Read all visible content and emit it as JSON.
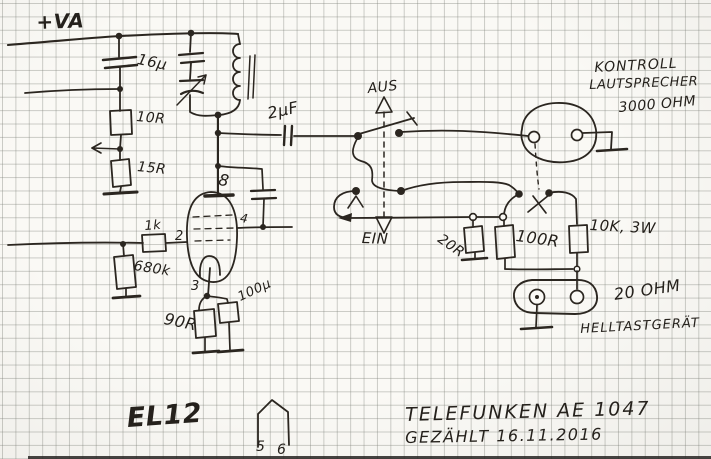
{
  "colors": {
    "ink": "#2b2620",
    "paper": "#faf9f5",
    "grid": "#7d8078"
  },
  "power": {
    "rail": "+VA"
  },
  "psu_left": {
    "filter_cap": "16µ",
    "series_res": "10R",
    "lower_res": "15R"
  },
  "input": {
    "grid_stopper": "1k",
    "grid_leak": "680k"
  },
  "tube": {
    "type": "EL12",
    "pins": {
      "anode": "8",
      "grid": "2",
      "cathode": "3",
      "screen": "4"
    },
    "cathode_res": "90R",
    "cathode_cap": "100µ",
    "heater": {
      "pin_a": "5",
      "pin_b": "6"
    }
  },
  "coupling": {
    "cap": "2µF"
  },
  "power_switch": {
    "off": "AUS",
    "on": "EIN"
  },
  "monitor_speaker": {
    "name_line1": "KONTROLL",
    "name_line2": "LAUTSPRECHER",
    "impedance": "3000 OHM"
  },
  "attenuator": {
    "res_20r": "20R",
    "res_100r": "100R",
    "res_10k": "10K, 3W"
  },
  "hell_device": {
    "impedance": "20 OHM",
    "name": "HELLTASTGERÄT"
  },
  "title_block": {
    "device": "TELEFUNKEN  AE 1047",
    "note": "GEZÄHLT  16.11.2016"
  }
}
